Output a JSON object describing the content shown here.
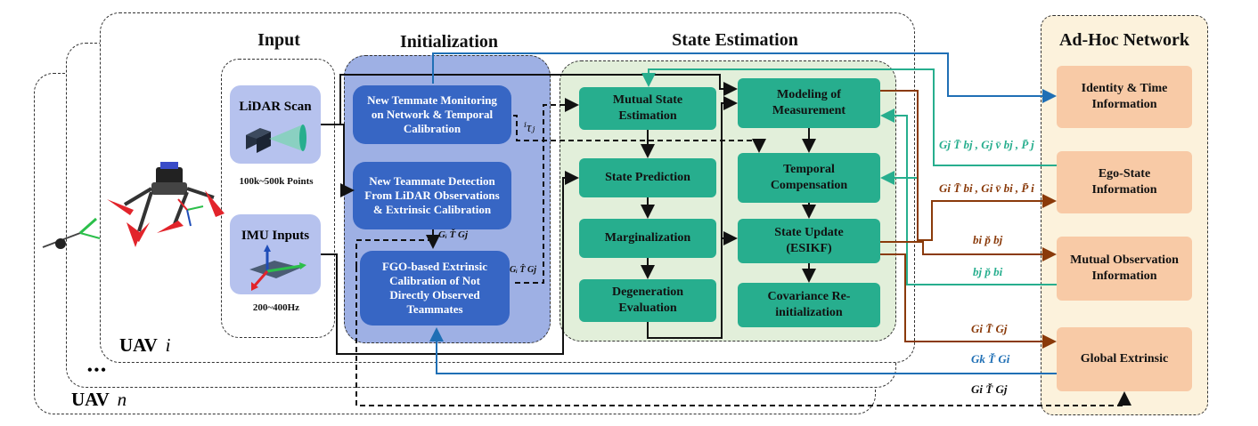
{
  "sections": {
    "input": "Input",
    "initialization": "Initialization",
    "state_estimation": "State Estimation",
    "adhoc_network": "Ad-Hoc Network"
  },
  "uav_labels": {
    "uav_i": "UAV",
    "uav_i_var": "i",
    "ellipsis": "•••",
    "uav_n": "UAV",
    "uav_n_var": "n"
  },
  "input": {
    "lidar_title": "LiDAR Scan",
    "lidar_caption": "100k~500k Points",
    "imu_title": "IMU Inputs",
    "imu_caption": "200~400Hz"
  },
  "initialization": {
    "box1": "New Temmate Monitoring on Network & Temporal Calibration",
    "box2": "New Teammate Detection From LiDAR Observations & Extrinsic Calibration",
    "box3": "FGO-based Extrinsic Calibration of Not Directly Observed Teammates"
  },
  "state_estimation": {
    "mutual_state": "Mutual State Estimation",
    "state_prediction": "State Prediction",
    "marginalization": "Marginalization",
    "degeneration": "Degeneration Evaluation",
    "modeling": "Modeling of Measurement",
    "temporal": "Temporal Compensation",
    "state_update": "State Update (ESIKF)",
    "covariance": "Covariance Re-initialization"
  },
  "network": {
    "identity": "Identity & Time Information",
    "ego_state": "Ego-State Information",
    "mutual_obs": "Mutual Observation Information",
    "global_extrinsic": "Global Extrinsic"
  },
  "symbols": {
    "tau": "ⁱτⱼ",
    "t_breve_init": "Gᵢ T̆ Gj",
    "t_hat_init": "Gᵢ T̂ Gj",
    "ego_j": "Gj T̄ bj , Gj v̄ bj , P̄ j",
    "ego_i": "Gi T̄ bi , Gi v̄ bi , P̄ i",
    "p_bi_bj": "bi p̆ bj",
    "p_bj_bi": "bj p̆ bi",
    "t_bar_gi_gj": "Gi T̄ Gj",
    "t_breve_gk_gi": "Gk T̆ Gi",
    "t_breve_gi_gj": "Gi T̆ Gj"
  },
  "colors": {
    "init_blue": "#3766c4",
    "state_green": "#27ae8e",
    "net_orange": "#f8caa6",
    "arrow_blue": "#1f6fb5",
    "arrow_teal": "#27ae8e",
    "arrow_brown": "#8a3a0a"
  }
}
